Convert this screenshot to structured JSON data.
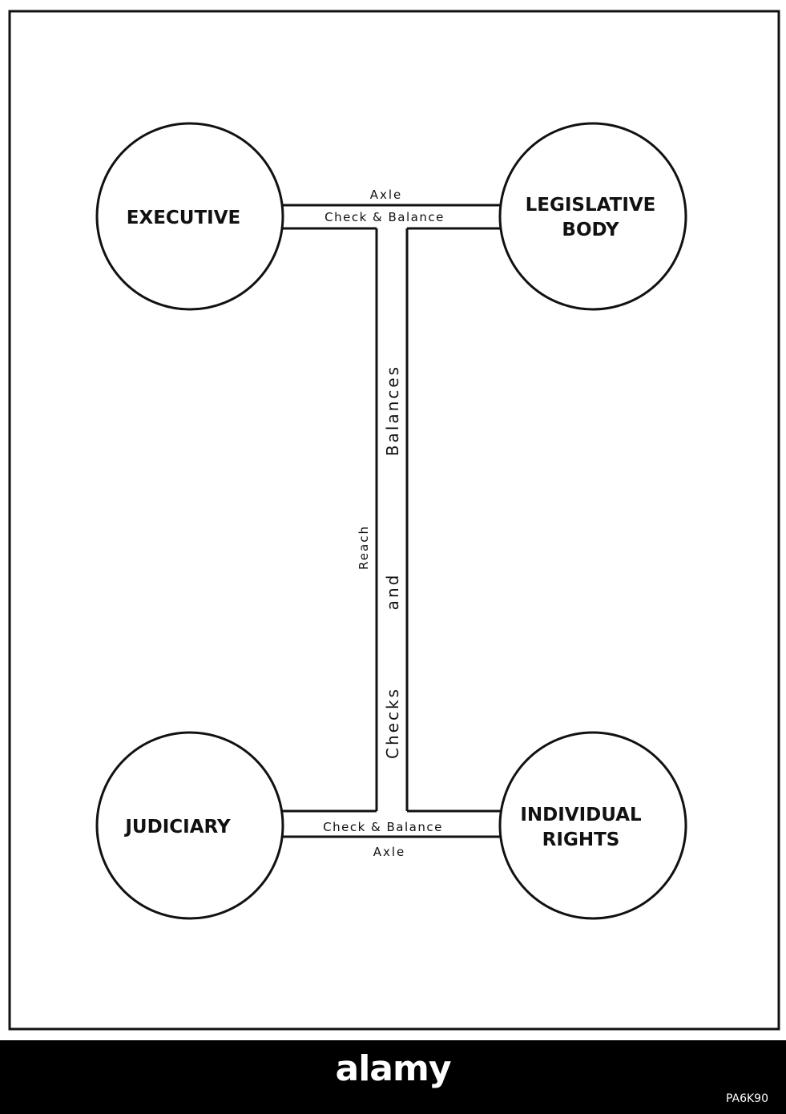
{
  "nodes": {
    "executive": [
      "EXECUTIVE"
    ],
    "legislative": [
      "LEGISLATIVE",
      "BODY"
    ],
    "judiciary": [
      "JUDICIARY"
    ],
    "individual": [
      "INDIVIDUAL",
      "RIGHTS"
    ]
  },
  "top_bar": {
    "axle": "Axle",
    "label": "Check & Balance"
  },
  "bottom_bar": {
    "axle": "Axle",
    "label": "Check & Balance"
  },
  "vertical_bar": {
    "checks": "Checks",
    "and": "and",
    "balances": "Balances",
    "reach": "Reach"
  },
  "watermark": {
    "logo": "alamy",
    "code": "PA6K90"
  },
  "colors": {
    "ink": "#111111",
    "paper": "#ffffff",
    "footer": "#000000"
  }
}
